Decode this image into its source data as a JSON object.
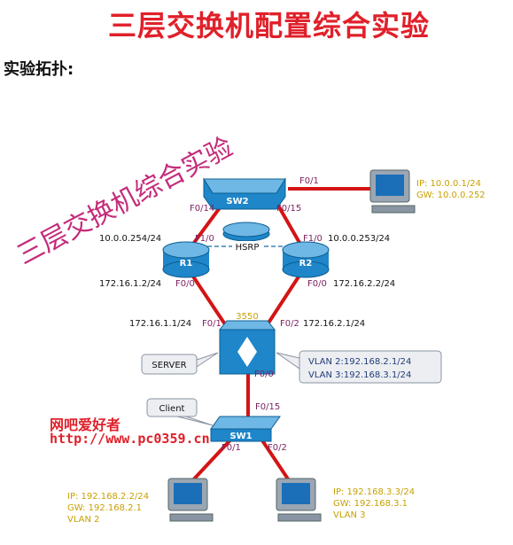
{
  "header": {
    "title": "三层交换机配置综合实验",
    "subtitle": "实验拓扑:",
    "diagonal_caption": "三层交换机综合实验"
  },
  "devices": {
    "sw2": "SW2",
    "r1": "R1",
    "r2": "R2",
    "hsrp": "HSRP",
    "l3": "3550",
    "sw1": "SW1"
  },
  "ports": {
    "sw2_f01": "F0/1",
    "sw2_f014": "F0/14",
    "sw2_f015": "F0/15",
    "r1_f10": "F1/0",
    "r2_f10": "F1/0",
    "r1_f00": "F0/0",
    "r2_f00": "F0/0",
    "l3_f01": "F0/1",
    "l3_f02": "F0/2",
    "l3_f00": "F0/0",
    "sw1_f015": "F0/15",
    "sw1_f01": "F0/1",
    "sw1_f02": "F0/2"
  },
  "addresses": {
    "r1_f10_ip": "10.0.0.254/24",
    "r2_f10_ip": "10.0.0.253/24",
    "r1_f00_ip": "172.16.1.2/24",
    "r2_f00_ip": "172.16.2.2/24",
    "l3_f01_ip": "172.16.1.1/24",
    "l3_f02_ip": "172.16.2.1/24"
  },
  "callouts": {
    "server": "SERVER",
    "client": "Client",
    "vlan_line1": "VLAN 2:192.168.2.1/24",
    "vlan_line2": "VLAN 3:192.168.3.1/24"
  },
  "hosts": {
    "top": {
      "ip": "IP: 10.0.0.1/24",
      "gw": "GW: 10.0.0.252"
    },
    "left": {
      "ip": "IP: 192.168.2.2/24",
      "gw": "GW: 192.168.2.1",
      "vlan": "VLAN 2"
    },
    "right": {
      "ip": "IP: 192.168.3.3/24",
      "gw": "GW: 192.168.3.1",
      "vlan": "VLAN 3"
    }
  },
  "watermark": {
    "line1": "网吧爱好者",
    "line2": "http://www.pc0359.cn"
  },
  "colors": {
    "title": "#e0202a",
    "link": "#d41414",
    "device_blue": "#1e86c9",
    "port_label": "#7b1f5f",
    "host_info": "#c8a000",
    "caption": "#c42b7a"
  }
}
